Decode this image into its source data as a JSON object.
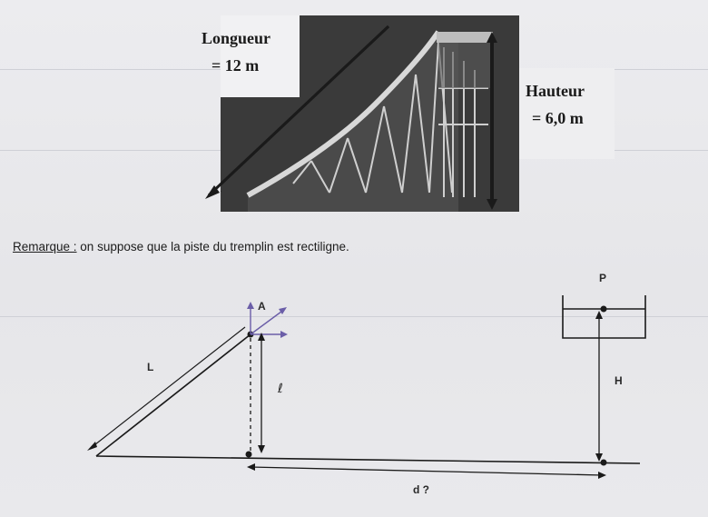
{
  "photo": {
    "length_label_line1": "Longueur",
    "length_label_line2": "= 12 m",
    "height_label_line1": "Hauteur",
    "height_label_line2": "= 6,0 m"
  },
  "remark": {
    "prefix": "Remarque :",
    "text": " on suppose que la piste du tremplin est rectiligne."
  },
  "diagram": {
    "label_A": "A",
    "label_P": "P",
    "label_L": "L",
    "label_l": "ℓ",
    "label_H": "H",
    "label_d": "d ?"
  }
}
